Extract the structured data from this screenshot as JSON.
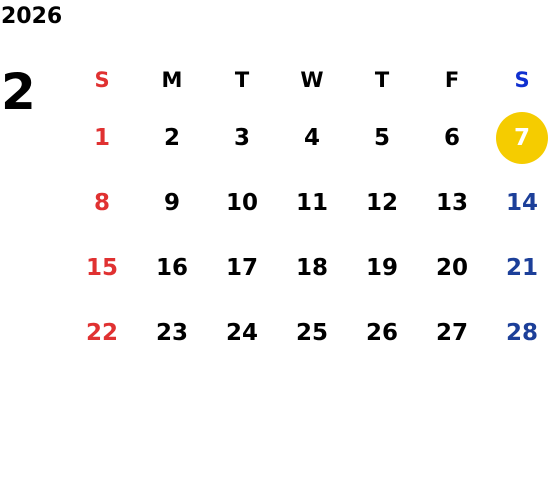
{
  "calendar": {
    "year": "2026",
    "month": "2",
    "weekdays": [
      "S",
      "M",
      "T",
      "W",
      "T",
      "F",
      "S"
    ],
    "weeks": [
      [
        "1",
        "2",
        "3",
        "4",
        "5",
        "6",
        "7"
      ],
      [
        "8",
        "9",
        "10",
        "11",
        "12",
        "13",
        "14"
      ],
      [
        "15",
        "16",
        "17",
        "18",
        "19",
        "20",
        "21"
      ],
      [
        "22",
        "23",
        "24",
        "25",
        "26",
        "27",
        "28"
      ]
    ],
    "highlighted_day": "7"
  },
  "colors": {
    "sunday": "#e03131",
    "saturday": "#1c3f99",
    "saturday_header": "#1030d0",
    "weekday": "#000000",
    "highlight": "#f5cc00"
  }
}
